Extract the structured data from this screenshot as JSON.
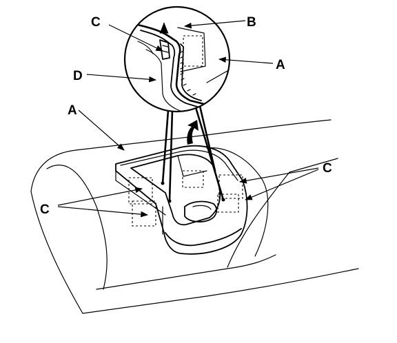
{
  "labels": {
    "c_top": "C",
    "b_top": "B",
    "a_circle": "A",
    "d_left": "D",
    "a_left": "A",
    "c_left": "C",
    "c_right": "C"
  }
}
